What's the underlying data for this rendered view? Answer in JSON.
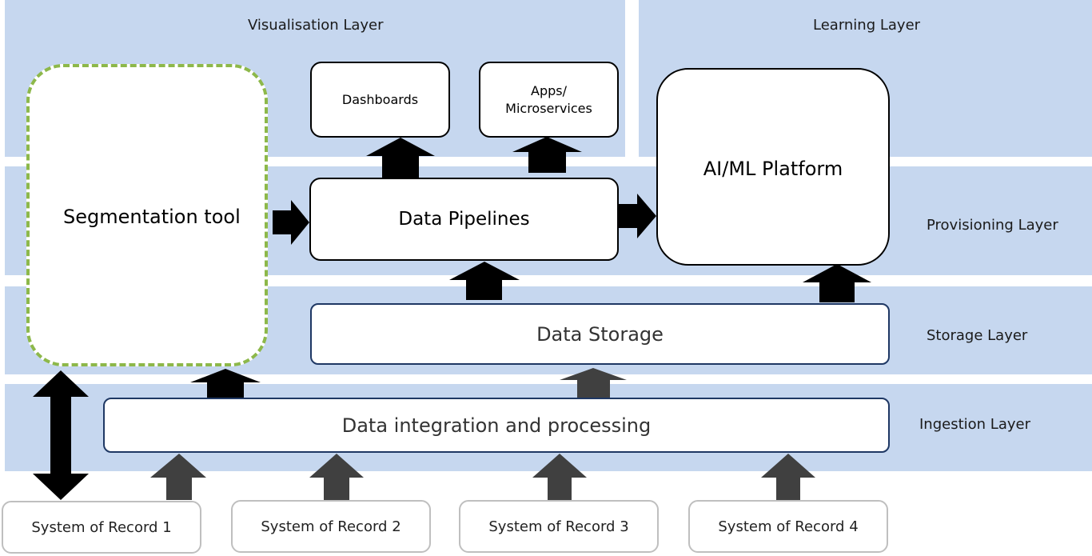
{
  "layers": {
    "visualisation": "Visualisation Layer",
    "learning": "Learning Layer",
    "provisioning": "Provisioning Layer",
    "storage": "Storage Layer",
    "ingestion": "Ingestion Layer"
  },
  "nodes": {
    "segmentation_tool": "Segmentation tool",
    "dashboards": "Dashboards",
    "apps_line1": "Apps/",
    "apps_line2": "Microservices",
    "data_pipelines": "Data Pipelines",
    "ai_ml_platform": "AI/ML Platform",
    "data_storage": "Data Storage",
    "data_integration": "Data integration and processing"
  },
  "systems_of_record": [
    "System of Record 1",
    "System of Record 2",
    "System of Record 3",
    "System of Record 4"
  ],
  "colors": {
    "layer_band": "#c6d7ef",
    "segmentation_border": "#8db84a",
    "arrow_black": "#000000",
    "arrow_dark_gray": "#404040",
    "store_border": "#1f3864",
    "system_border": "#bfbfbf"
  }
}
